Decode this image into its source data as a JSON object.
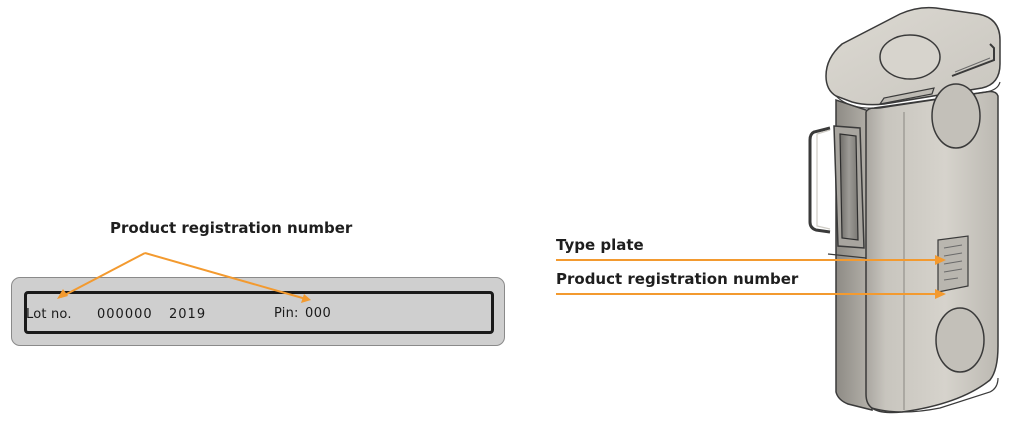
{
  "left_diagram": {
    "callout": "Product registration number",
    "plate": {
      "lot_label": "Lot no.",
      "lot_number": "000000",
      "year": "2019",
      "pin_label": "Pin:",
      "pin_value": "000"
    }
  },
  "right_diagram": {
    "callouts": {
      "type_plate": "Type plate",
      "product_registration": "Product registration number"
    }
  },
  "colors": {
    "arrow": "#f39a2f",
    "plate_fill": "#cfcfcf",
    "stove_body": "#cdcac3",
    "stove_edge": "#3a3a3a"
  }
}
